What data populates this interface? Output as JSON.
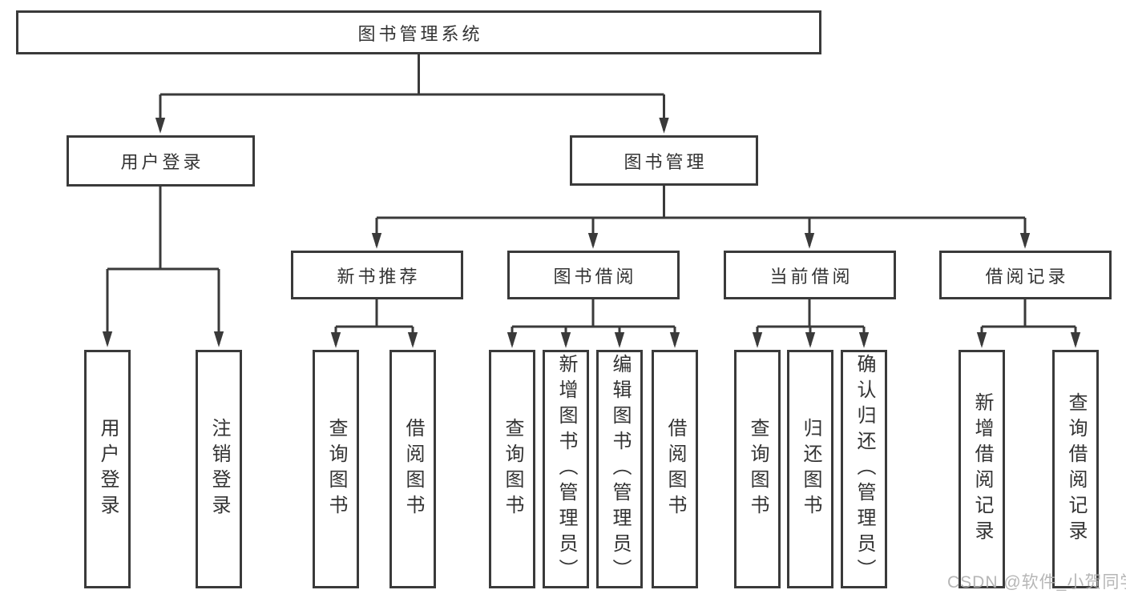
{
  "tree": {
    "root": {
      "label": "图书管理系统"
    },
    "branches": [
      {
        "label": "用户登录",
        "children": [
          {
            "label": "用户登录"
          },
          {
            "label": "注销登录"
          }
        ]
      },
      {
        "label": "图书管理",
        "children": [
          {
            "label": "新书推荐",
            "children": [
              {
                "label": "查询图书"
              },
              {
                "label": "借阅图书"
              }
            ]
          },
          {
            "label": "图书借阅",
            "children": [
              {
                "label": "查询图书"
              },
              {
                "label": "新增图书（管理员）"
              },
              {
                "label": "编辑图书（管理员）"
              },
              {
                "label": "借阅图书"
              }
            ]
          },
          {
            "label": "当前借阅",
            "children": [
              {
                "label": "查询图书"
              },
              {
                "label": "归还图书"
              },
              {
                "label": "确认归还（管理员）"
              }
            ]
          },
          {
            "label": "借阅记录",
            "children": [
              {
                "label": "新增借阅记录"
              },
              {
                "label": "查询借阅记录"
              }
            ]
          }
        ]
      }
    ]
  },
  "watermark": "CSDN @软件_小贺同学",
  "colors": {
    "line": "#3a3a3a",
    "text": "#333333",
    "background": "#ffffff",
    "watermark": "#b0b0b0"
  }
}
